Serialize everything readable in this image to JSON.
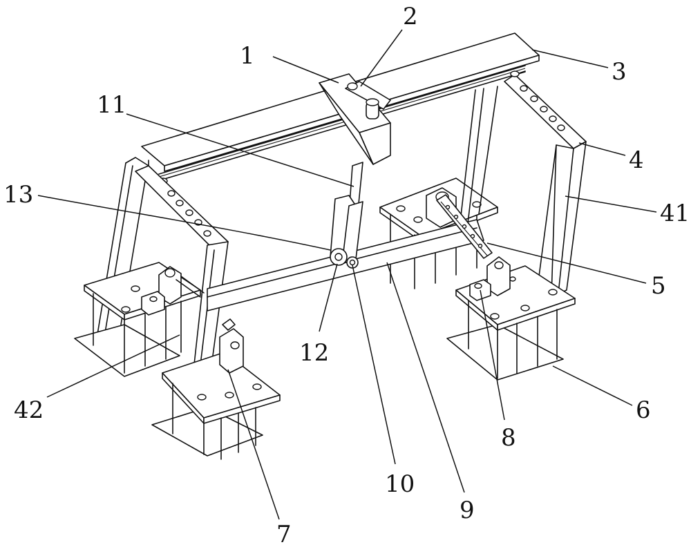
{
  "figure": {
    "kind": "mechanical assembly drawing",
    "labels": [
      {
        "id": "1",
        "text": "1"
      },
      {
        "id": "2",
        "text": "2"
      },
      {
        "id": "3",
        "text": "3"
      },
      {
        "id": "4",
        "text": "4"
      },
      {
        "id": "41",
        "text": "41"
      },
      {
        "id": "5",
        "text": "5"
      },
      {
        "id": "6",
        "text": "6"
      },
      {
        "id": "7",
        "text": "7"
      },
      {
        "id": "8",
        "text": "8"
      },
      {
        "id": "9",
        "text": "9"
      },
      {
        "id": "10",
        "text": "10"
      },
      {
        "id": "11",
        "text": "11"
      },
      {
        "id": "12",
        "text": "12"
      },
      {
        "id": "13",
        "text": "13"
      },
      {
        "id": "42",
        "text": "42"
      }
    ]
  }
}
